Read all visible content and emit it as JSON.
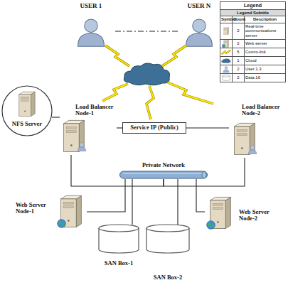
{
  "diagram": {
    "nodes": [
      {
        "text": [
          "USER 1"
        ]
      },
      {
        "text": [
          "USER N"
        ]
      },
      {
        "text": [
          "NFS Server"
        ]
      },
      {
        "text": [
          "Load Balancer Node-1"
        ]
      },
      {
        "text": [
          "Service IP (Public)"
        ]
      },
      {
        "text": [
          "Load Balancer Node-2"
        ]
      },
      {
        "text": [
          "Private Network"
        ]
      },
      {
        "text": [
          "Web Server Node-1"
        ]
      },
      {
        "text": [
          "Web Server Node-2"
        ]
      },
      {
        "text": [
          "SAN Box-1"
        ]
      },
      {
        "text": [
          "SAN Box-2"
        ]
      }
    ],
    "edges": [
      {
        "from": 2,
        "to": 3,
        "arrow": "none"
      },
      {
        "from": 3,
        "to": 4,
        "arrow": "none"
      },
      {
        "from": 4,
        "to": 5,
        "arrow": "none"
      },
      {
        "from": 3,
        "to": 6,
        "arrow": "none"
      },
      {
        "from": 5,
        "to": 6,
        "arrow": "none"
      },
      {
        "from": 6,
        "to": 7,
        "arrow": "none"
      },
      {
        "from": 6,
        "to": 8,
        "arrow": "none"
      },
      {
        "from": 6,
        "to": 9,
        "arrow": "none"
      },
      {
        "from": 6,
        "to": 10,
        "arrow": "none"
      }
    ],
    "labels": [
      "Legend",
      "Legend Subtitle",
      "Symbol",
      "Count",
      "Description",
      "2",
      "2",
      "5",
      "1",
      "2",
      "2"
    ],
    "legend": [
      {
        "text": "Real-time communications server"
      },
      {
        "text": "Web server"
      },
      {
        "text": "Comm-link"
      },
      {
        "text": "Cloud"
      },
      {
        "text": "User 1.3"
      },
      {
        "text": "Data.16"
      }
    ]
  }
}
